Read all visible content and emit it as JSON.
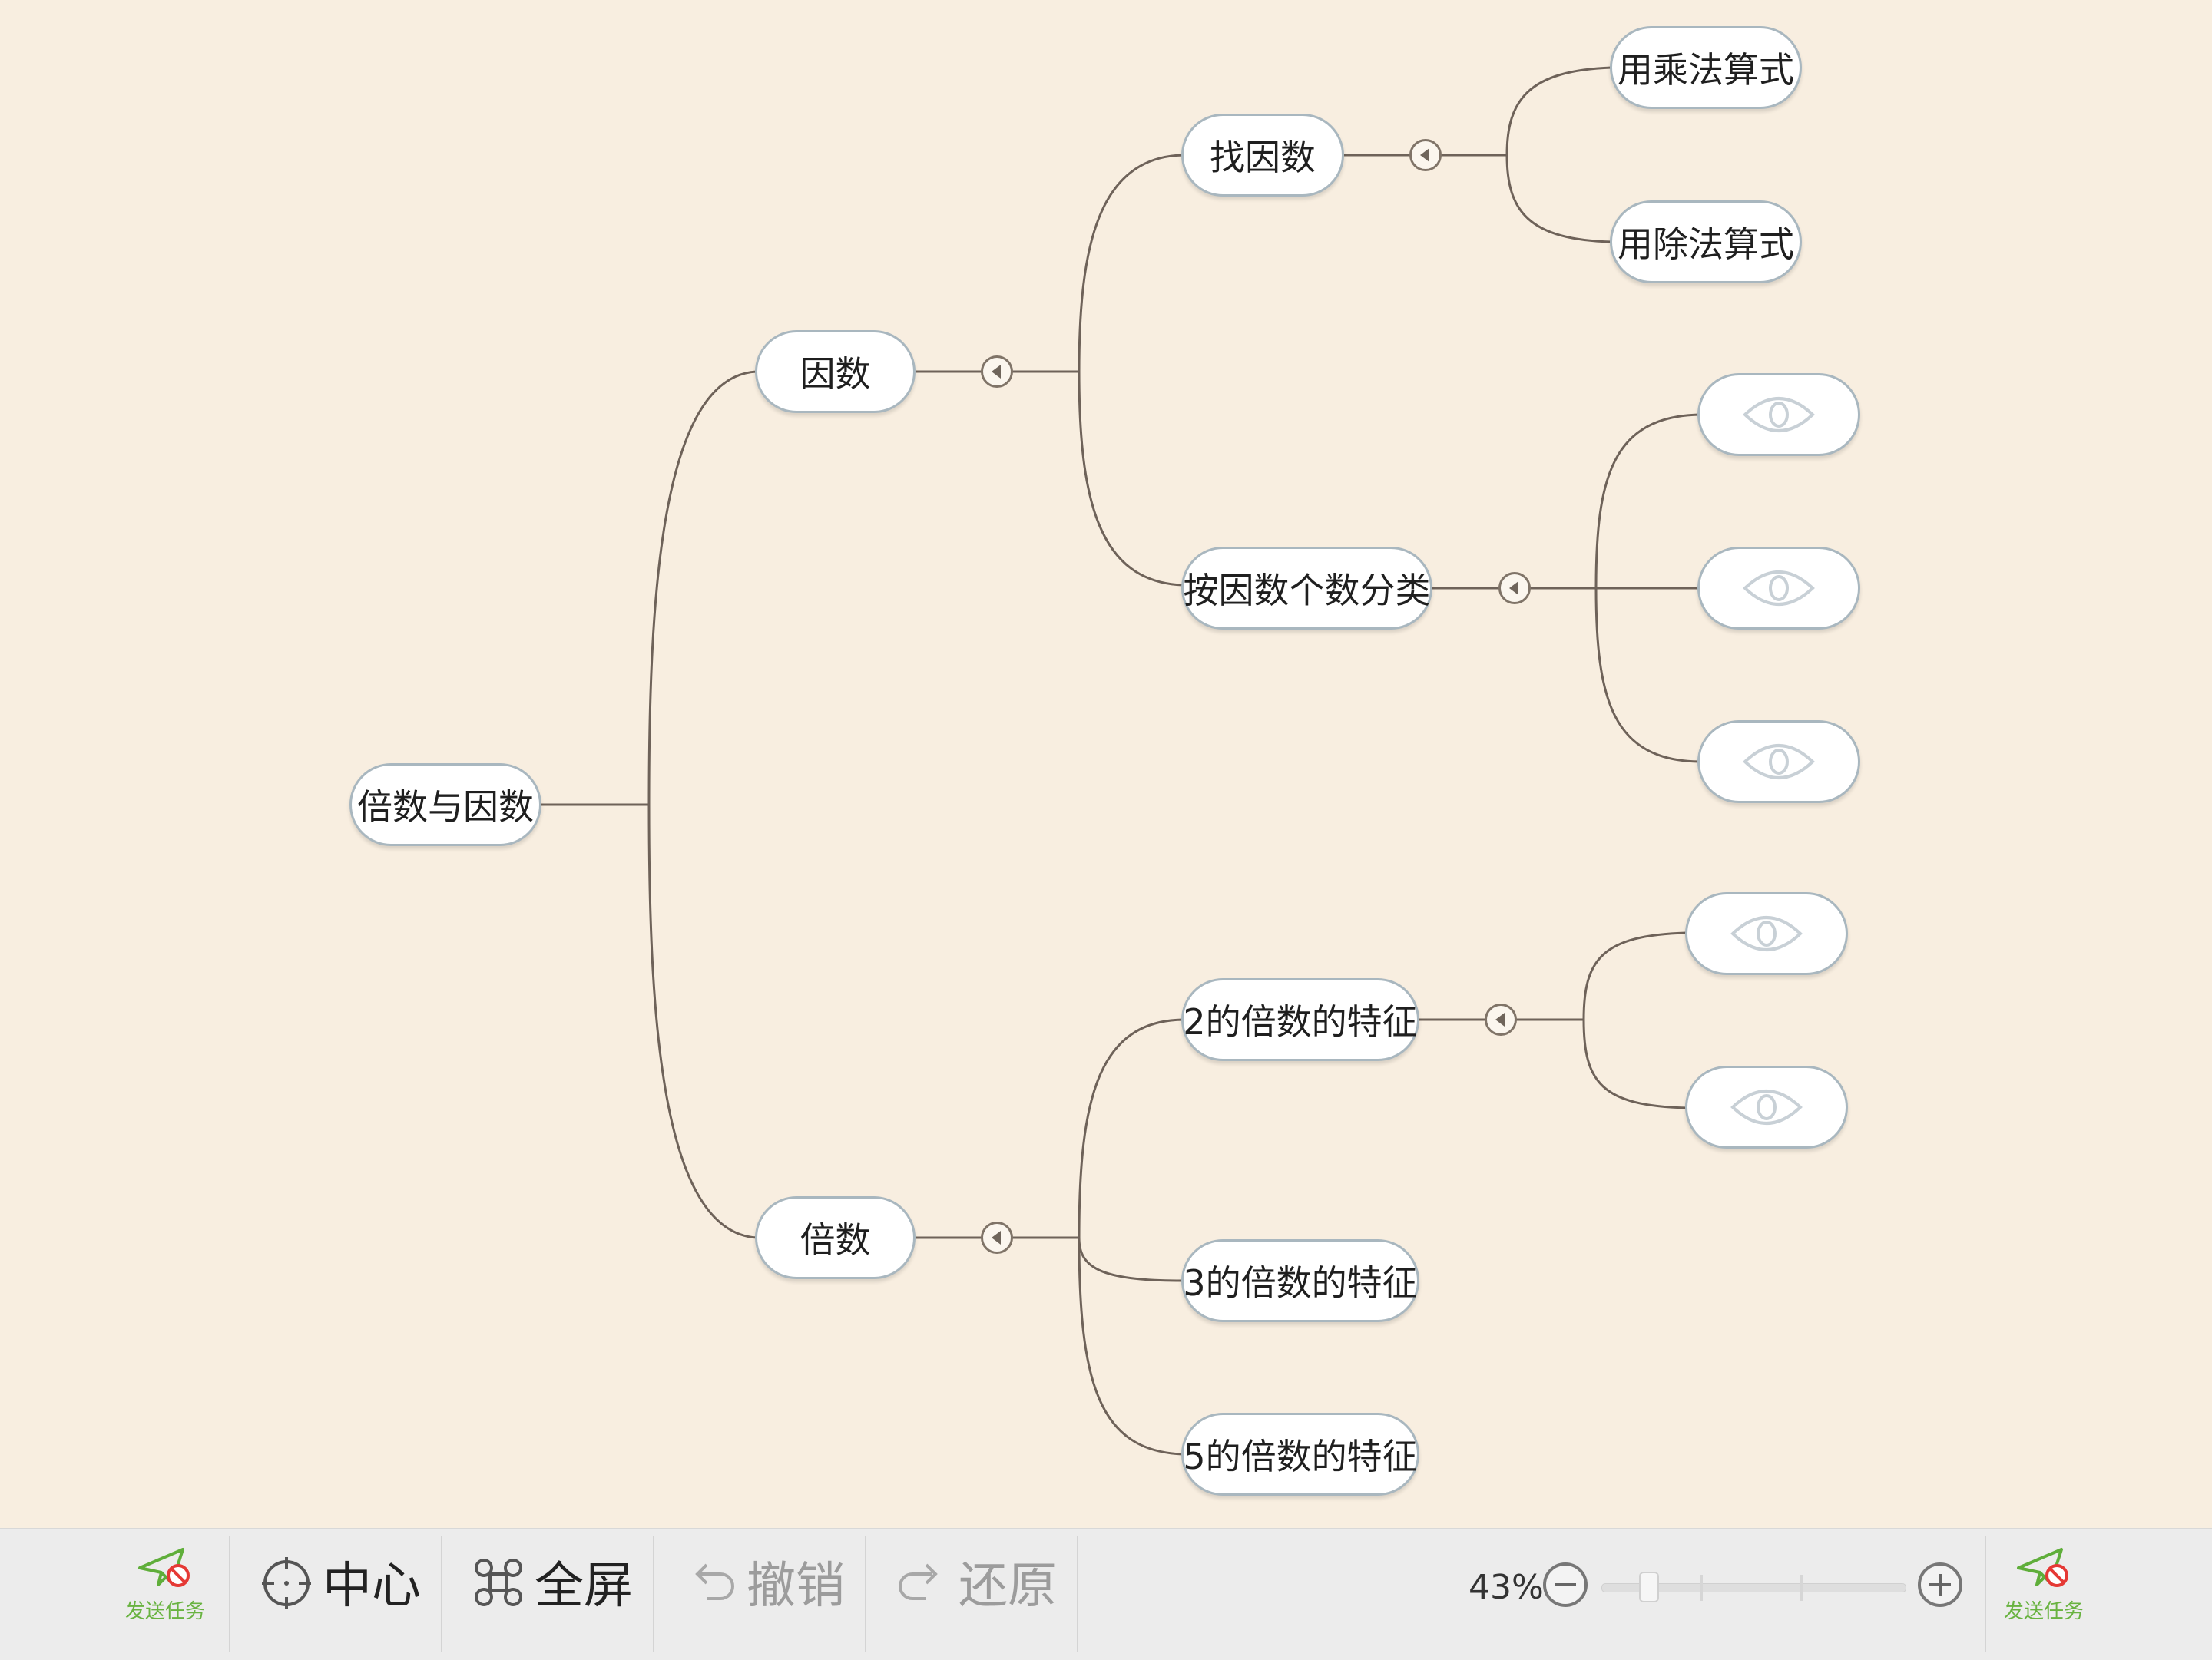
{
  "mindmap": {
    "root": {
      "label": "倍数与因数"
    },
    "branches": [
      {
        "label": "因数",
        "children": [
          {
            "label": "找因数",
            "children": [
              "用乘法算式",
              "用除法算式"
            ]
          },
          {
            "label": "按因数个数分类",
            "children": [
              "hidden",
              "hidden",
              "hidden"
            ]
          }
        ]
      },
      {
        "label": "倍数",
        "children": [
          {
            "label": "2的倍数的特征",
            "children": [
              "hidden",
              "hidden"
            ]
          },
          {
            "label": "3的倍数的特征"
          },
          {
            "label": "5的倍数的特征"
          }
        ]
      }
    ],
    "hidden_node_icon": "eye-icon",
    "link_color": "#6e6259"
  },
  "toolbar": {
    "task_left_label": "发送任务",
    "task_right_label": "发送任务",
    "center_label": "中心",
    "fullscreen_label": "全屏",
    "undo_label": "撤销",
    "redo_label": "还原",
    "zoom_label": "43%",
    "zoom_level_fraction": 0.13,
    "icons": {
      "task": "paper-plane-icon",
      "center": "crosshair-icon",
      "fullscreen": "command-icon",
      "undo": "undo-arrow-icon",
      "redo": "redo-arrow-icon",
      "zoom_out": "minus-circle-icon",
      "zoom_in": "plus-circle-icon"
    }
  }
}
